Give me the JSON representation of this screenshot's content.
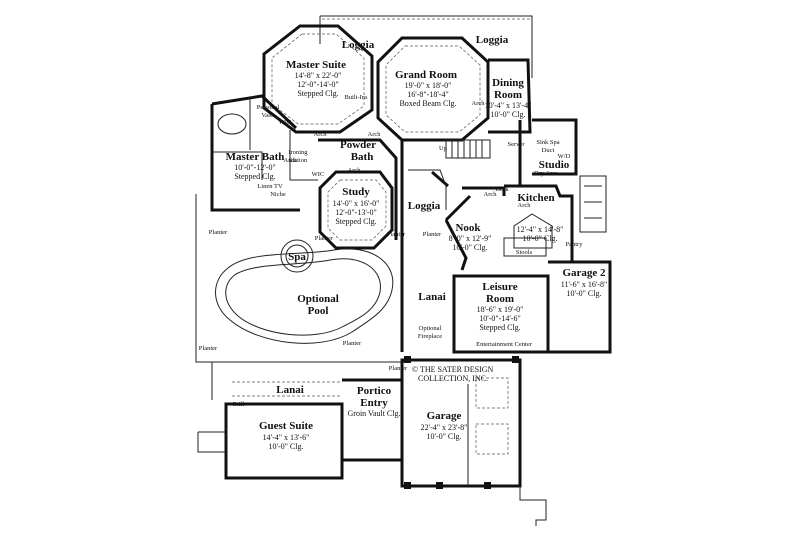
{
  "rooms": {
    "loggia_left": {
      "name": "Loggia"
    },
    "loggia_right": {
      "name": "Loggia"
    },
    "master_suite": {
      "name": "Master Suite",
      "dims": [
        "14'-8\" x 22'-0\"",
        "12'-0\"-14'-0\"",
        "Stepped Clg."
      ]
    },
    "grand_room": {
      "name": "Grand Room",
      "dims": [
        "19'-0\" x 18'-0\"",
        "16'-8\"-18'-4\"",
        "Boxed Beam Clg."
      ]
    },
    "dining_room": {
      "name_lines": [
        "Dining",
        "Room"
      ],
      "dims": [
        "10'-4\" x 13'-4\"",
        "10'-0\" Clg."
      ]
    },
    "master_bath": {
      "name": "Master Bath",
      "dims": [
        "10'-0\"-12'-0\"",
        "Stepped Clg."
      ]
    },
    "powder_bath": {
      "name_lines": [
        "Powder",
        "Bath"
      ]
    },
    "study": {
      "name": "Study",
      "dims": [
        "14'-0\" x 16'-0\"",
        "12'-0\"-13'-0\"",
        "Stepped Clg."
      ]
    },
    "studio": {
      "name": "Studio"
    },
    "kitchen": {
      "name": "Kitchen",
      "dims": [
        "12'-4\" x 14'-8\"",
        "10'-0\" Clg."
      ]
    },
    "nook": {
      "name": "Nook",
      "dims": [
        "8'-0\" x 12'-9\"",
        "10'-0\" Clg."
      ]
    },
    "loggia_mid": {
      "name": "Loggia"
    },
    "garage2": {
      "name": "Garage 2",
      "dims": [
        "11'-6\" x 16'-8\"",
        "10'-0\" Clg."
      ]
    },
    "leisure_room": {
      "name_lines": [
        "Leisure",
        "Room"
      ],
      "dims": [
        "18'-6\" x 19'-0\"",
        "10'-0\"-14'-6\"",
        "Stepped Clg."
      ]
    },
    "lanai_mid": {
      "name": "Lanai"
    },
    "optional_pool": {
      "name_lines": [
        "Optional",
        "Pool"
      ]
    },
    "spa": {
      "name": "Spa"
    },
    "lanai_bottom": {
      "name": "Lanai"
    },
    "portico": {
      "name_lines": [
        "Portico",
        "Entry"
      ],
      "dims": [
        "Groin Vault Clg."
      ]
    },
    "guest_suite": {
      "name": "Guest Suite",
      "dims": [
        "14'-4\" x 13'-6\"",
        "10'-0\" Clg."
      ]
    },
    "garage": {
      "name": "Garage",
      "dims": [
        "22'-4\" x 23'-8\"",
        "10'-0\" Clg."
      ]
    }
  },
  "labels": {
    "built_ins": "Built-Ins",
    "personal_valet": [
      "Personal",
      "Valet"
    ],
    "wic_1": "WIC",
    "wic_2": "WIC",
    "arch_1": "Arch",
    "arch_2": "Arch",
    "arch_3": "Arch",
    "arch_4": "Arch",
    "arch_5": "Arch",
    "arch_6": "Arch",
    "arch_7": "Arch",
    "ironing_station": [
      "Ironing",
      "Station"
    ],
    "linen_tv": "Linen TV",
    "niche": "Niche",
    "up": "Up",
    "server": "Server",
    "desk": "Desk",
    "sink_spa": "Sink Spa",
    "duct": "Duct",
    "wd": "W/D",
    "dry_area": "Dry Area",
    "pantry": "Pantry",
    "stools": "Stools",
    "planter_1": "Planter",
    "planter_2": "Planter",
    "planter_3": "Planter",
    "planter_4": "Planter",
    "planter_5": "Planter",
    "planter_6": "Planter",
    "planter_7": "Planter",
    "optional_fireplace": [
      "Optional",
      "Fireplace"
    ],
    "entertainment_center": "Entertainment Center",
    "grill": "Grill",
    "copyright": [
      "© THE SATER DESIGN",
      "COLLECTION, INC."
    ]
  }
}
